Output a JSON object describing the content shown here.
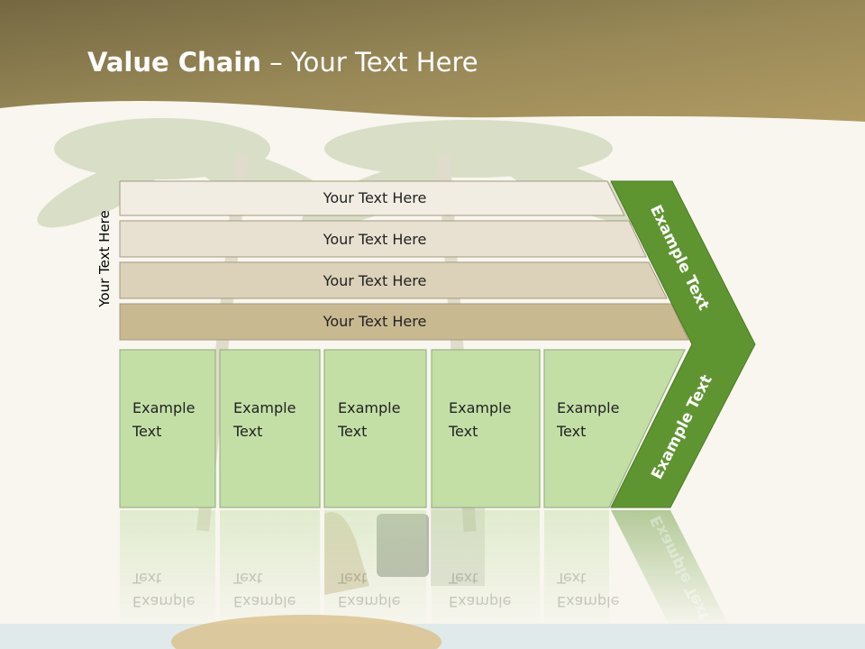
{
  "slide": {
    "title_bold": "Value Chain",
    "title_rest": " – Your Text Here",
    "side_label": "Your Text Here",
    "rows": [
      "Your Text Here",
      "Your Text Here",
      "Your Text Here",
      "Your Text Here"
    ],
    "columns": [
      {
        "line1": "Example",
        "line2": "Text"
      },
      {
        "line1": "Example",
        "line2": "Text"
      },
      {
        "line1": "Example",
        "line2": "Text"
      },
      {
        "line1": "Example",
        "line2": "Text"
      },
      {
        "line1": "Example",
        "line2": "Text"
      }
    ],
    "chevron_top": "Example Text",
    "chevron_bottom": "Example Text"
  },
  "colors": {
    "header": "#8a7a4e",
    "row_fills": [
      "#f1ede2",
      "#e8e1d1",
      "#dcd1b9",
      "#c9b991"
    ],
    "column_fill": "#c3dfa6",
    "chevron": "#5f9530"
  }
}
